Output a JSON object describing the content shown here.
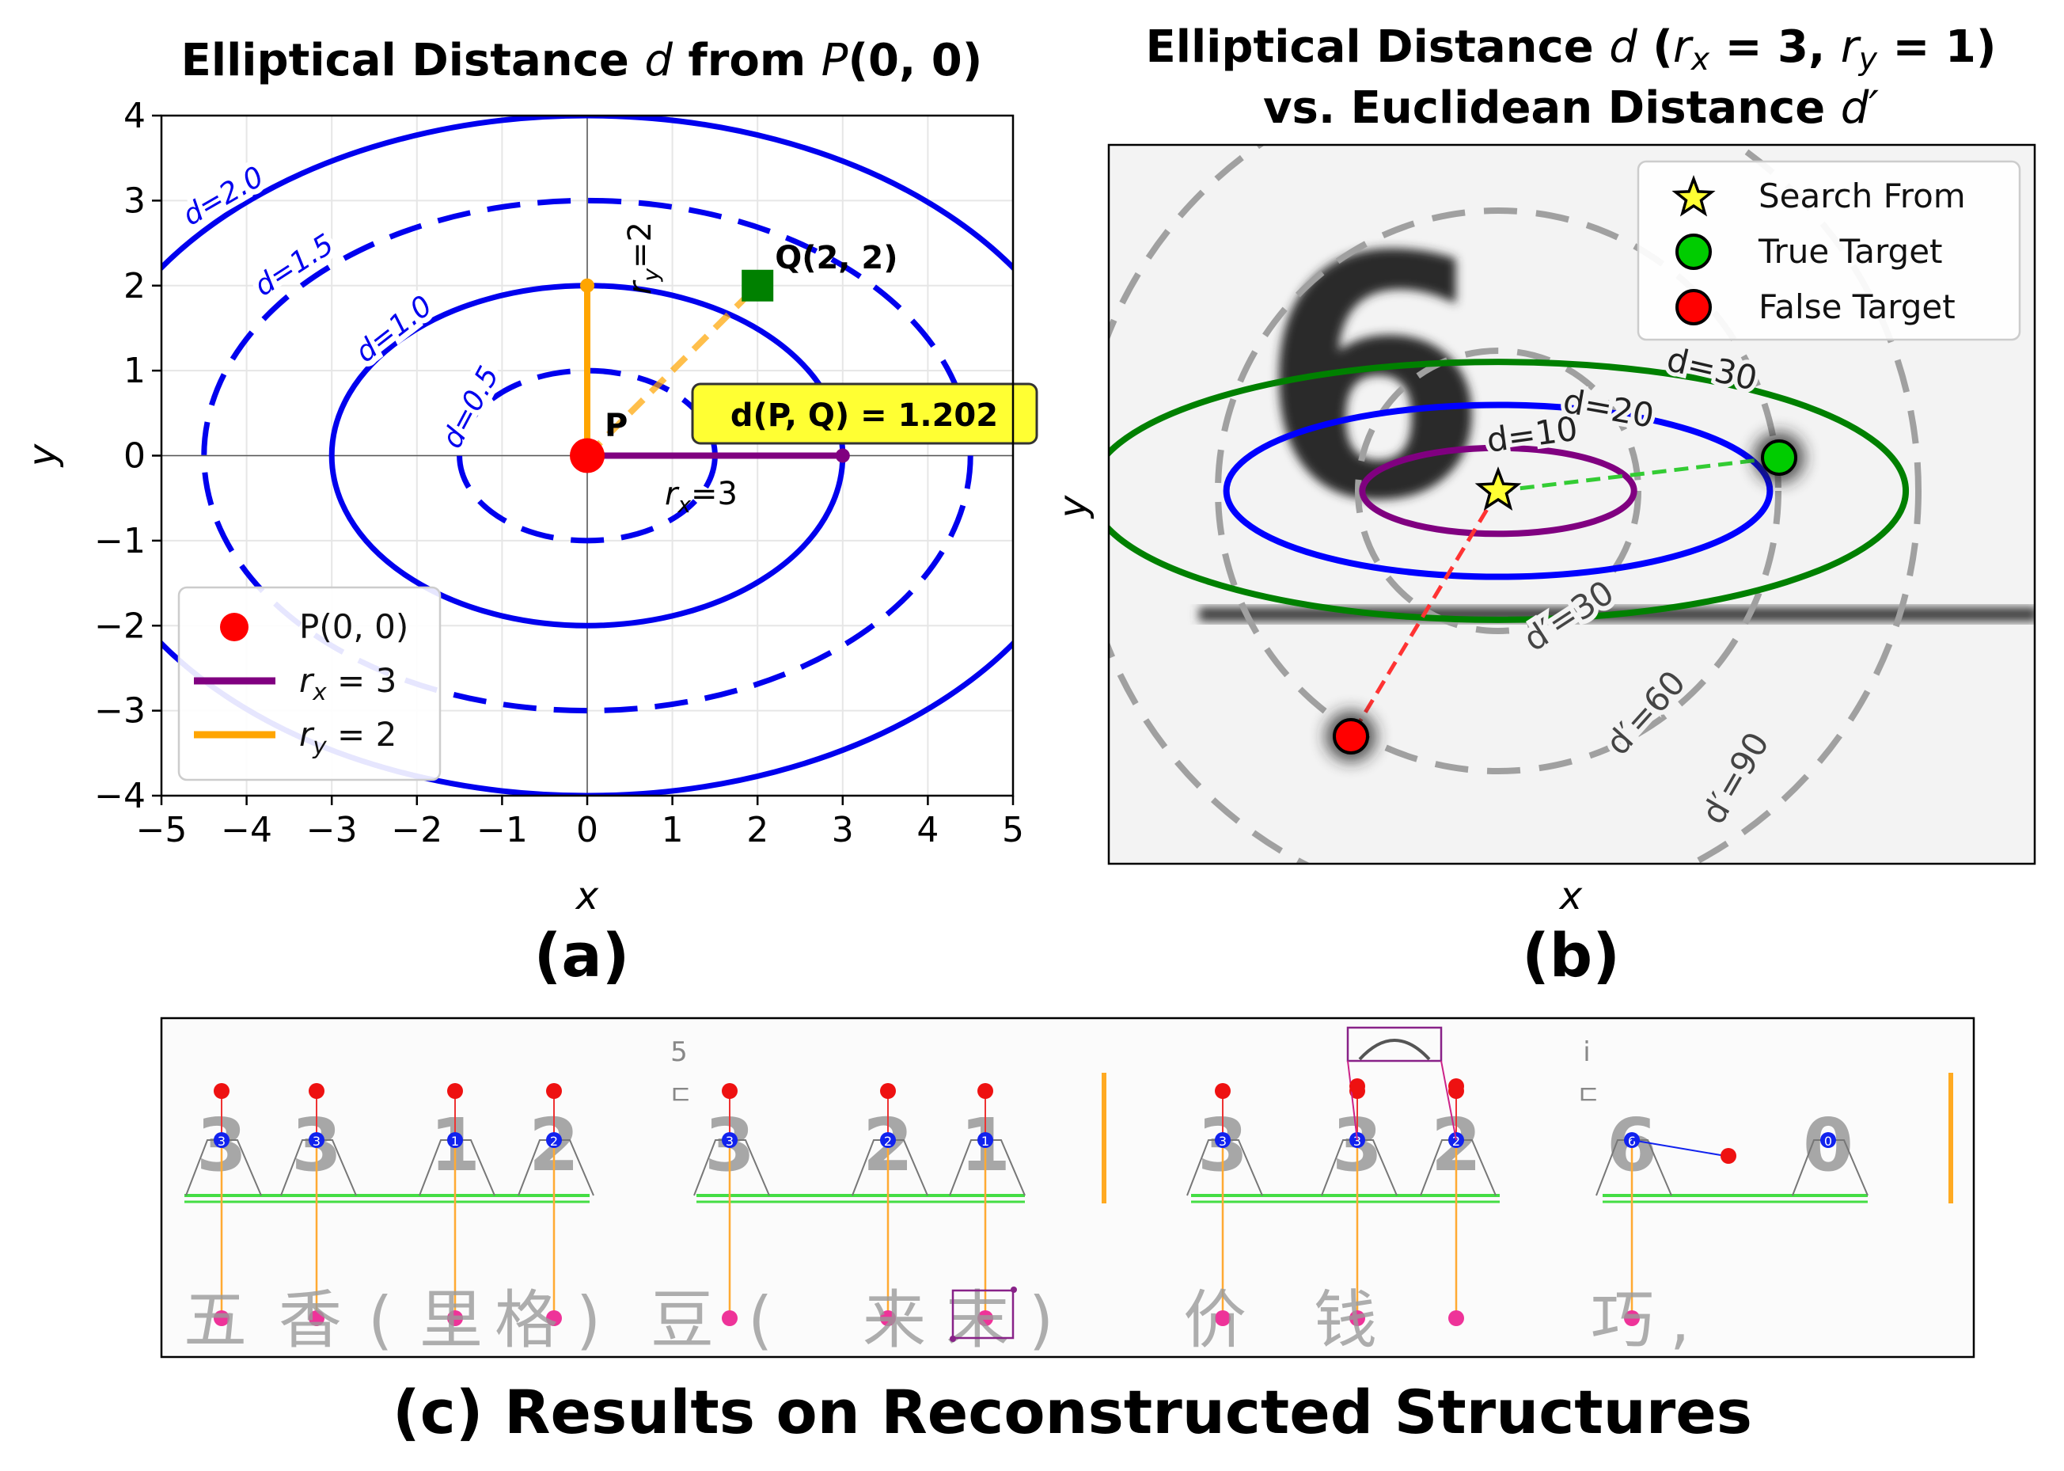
{
  "chart_data": [
    {
      "panel": "(a)",
      "type": "line",
      "title": "Elliptical Distance d from P(0, 0)",
      "xlabel": "x",
      "ylabel": "y",
      "xlim": [
        -5,
        5
      ],
      "ylim": [
        -4,
        4
      ],
      "xticks": [
        "−5",
        "−4",
        "−3",
        "−2",
        "−1",
        "0",
        "1",
        "2",
        "3",
        "4",
        "5"
      ],
      "yticks": [
        "4",
        "3",
        "2",
        "1",
        "0",
        "−1",
        "−2",
        "−3",
        "−4"
      ],
      "grid": true,
      "center": {
        "x": 0,
        "y": 0
      },
      "rx": 3,
      "ry": 2,
      "contours": [
        {
          "d": 0.5,
          "label": "d=0.5",
          "style": "dashed"
        },
        {
          "d": 1.0,
          "label": "d=1.0",
          "style": "solid"
        },
        {
          "d": 1.5,
          "label": "d=1.5",
          "style": "dashed"
        },
        {
          "d": 2.0,
          "label": "d=2.0",
          "style": "solid"
        }
      ],
      "points": {
        "P": {
          "x": 0,
          "y": 0,
          "label": "P"
        },
        "Q": {
          "x": 2,
          "y": 2,
          "label": "Q(2, 2)"
        }
      },
      "rx_label": "r_x=3",
      "ry_label": "r_y=2",
      "distance_box": "d(P, Q) = 1.202",
      "legend": {
        "position": "lower-left",
        "entries": [
          "P(0, 0)",
          "r_x = 3",
          "r_y = 2"
        ]
      },
      "colors": {
        "contour": "#0000ee",
        "point": "#ff0000",
        "rx": "#800080",
        "ry": "#ffa500",
        "q": "#008000",
        "box": "#ffff33"
      }
    },
    {
      "panel": "(b)",
      "type": "line",
      "title_line1": "Elliptical Distance d (r_x = 3, r_y = 1)",
      "title_line2": "vs. Euclidean Distance d′",
      "xlabel": "x",
      "ylabel": "y",
      "rx": 3,
      "ry": 1,
      "elliptical_contours": [
        {
          "d": 10,
          "label": "d=10",
          "color": "#800080"
        },
        {
          "d": 20,
          "label": "d=20",
          "color": "#0000ff"
        },
        {
          "d": 30,
          "label": "d=30",
          "color": "#008000"
        }
      ],
      "euclidean_contours": [
        {
          "d": 30,
          "label": "d′=30"
        },
        {
          "d": 60,
          "label": "d′=60"
        },
        {
          "d": 90,
          "label": "d′=90"
        }
      ],
      "legend": {
        "position": "top-right",
        "entries": [
          "Search From",
          "True Target",
          "False Target"
        ]
      },
      "colors": {
        "search": "#ffff33",
        "true": "#00cc00",
        "false": "#ff0000",
        "circle": "#a0a0a0"
      }
    }
  ],
  "panel_c": {
    "label": "(c) Results on Reconstructed Structures",
    "digits": [
      "3",
      "3",
      "1",
      "2",
      "3",
      "2",
      "1",
      "3",
      "3",
      "2",
      "6",
      "0"
    ],
    "jianpu_numbers": [
      "3",
      "3",
      "1",
      "2",
      "3",
      "2",
      "1",
      "3",
      "3",
      "2",
      "6",
      "0"
    ],
    "cjk_text": [
      "五",
      "香",
      "(",
      "里",
      "格",
      ")",
      "豆",
      "(",
      "来",
      "末",
      ")",
      "价",
      "钱",
      "巧",
      ","
    ],
    "marks": [
      "5",
      "ㄷ",
      "i",
      "ㄷ"
    ]
  },
  "labels": {
    "a": "(a)",
    "b": "(b)"
  }
}
